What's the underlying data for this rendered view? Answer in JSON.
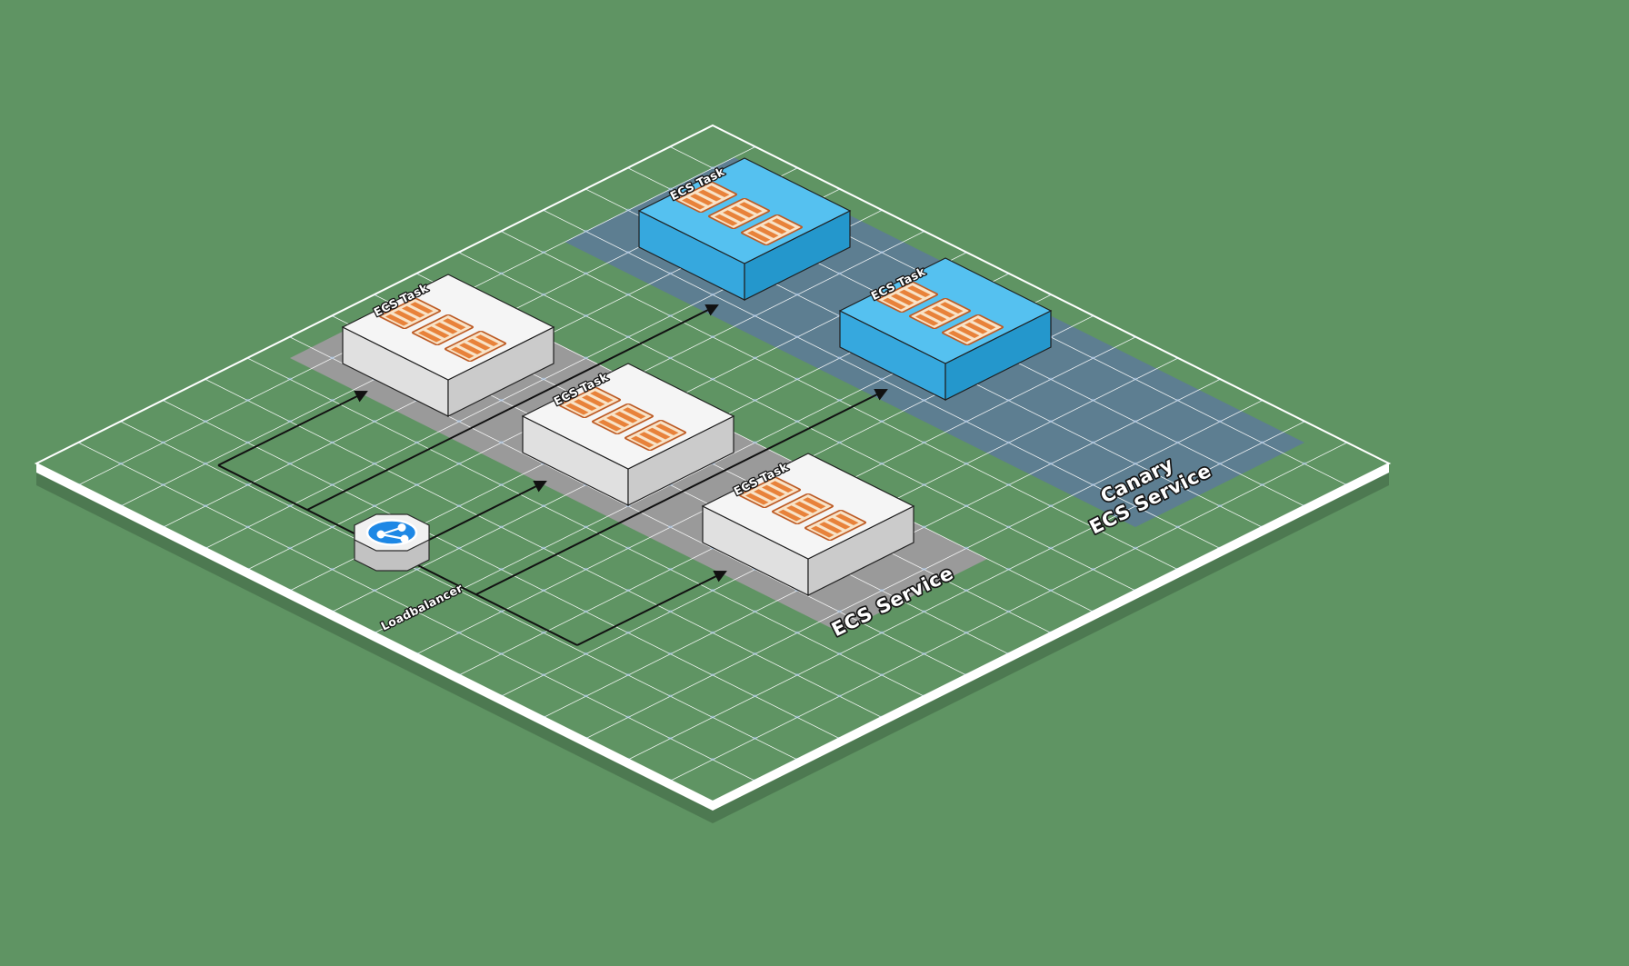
{
  "diagram": {
    "zones": {
      "gray": {
        "label": "ECS Service",
        "fill": "#9A9A9A"
      },
      "canary": {
        "label_line1": "Canary",
        "label_line2": "ECS Service",
        "fill": "#5D7E91"
      }
    },
    "loadbalancer": {
      "label": "Loadbalancer",
      "circle_fill": "#1E88E5"
    },
    "tasks": [
      {
        "label": "ECS Task",
        "variant": "standard"
      },
      {
        "label": "ECS Task",
        "variant": "standard"
      },
      {
        "label": "ECS Task",
        "variant": "standard"
      },
      {
        "label": "ECS Task",
        "variant": "canary"
      },
      {
        "label": "ECS Task",
        "variant": "canary"
      }
    ],
    "colors": {
      "background": "#5F9463",
      "grid_line": "#FFFFFF",
      "grid_dot": "#9DBBE0",
      "task_top": "#F5F5F5",
      "canary_top": "#55C1F0",
      "container": "#E8823A",
      "arrow": "#111111"
    }
  }
}
